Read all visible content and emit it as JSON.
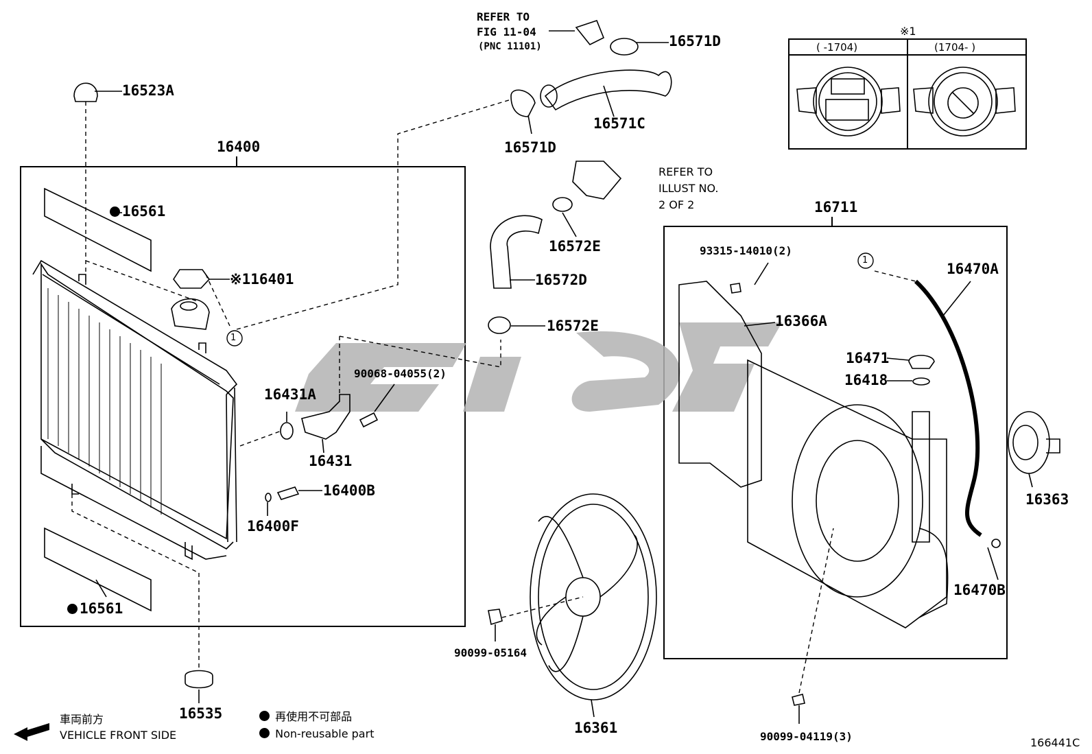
{
  "callouts": {
    "refer_fig_1": "REFER TO",
    "refer_fig_2": "FIG 11-04",
    "refer_fig_3": "(PNC 11101)",
    "p16571D_top": "16571D",
    "p16523A": "16523A",
    "p16571C": "16571C",
    "p16571D_bot": "16571D",
    "p16400": "16400",
    "p16561_top": "16561",
    "p16401": "※116401",
    "p16572E_top": "16572E",
    "p16572D": "16572D",
    "p16572E_bot": "16572E",
    "refer_illust_1": "REFER TO",
    "refer_illust_2": "ILLUST NO.",
    "refer_illust_3": "2 OF 2",
    "p16711": "16711",
    "p93315": "93315-14010(2)",
    "p16470A": "16470A",
    "p16366A": "16366A",
    "p16471": "16471",
    "p16418": "16418",
    "p90068": "90068-04055(2)",
    "p16431A": "16431A",
    "p16431": "16431",
    "p16400B": "16400B",
    "p16400F": "16400F",
    "p16363": "16363",
    "p16470B": "16470B",
    "p16561_bot": "16561",
    "p90099_05164": "90099-05164",
    "p16535": "16535",
    "p16361": "16361",
    "p90099_04119": "90099-04119(3)",
    "circle_1": "1"
  },
  "inset": {
    "note": "※1",
    "col_left": "(    -1704)",
    "col_right": "(1704-     )"
  },
  "footer": {
    "front_jp": "車両前方",
    "front_en": "VEHICLE FRONT SIDE",
    "legend_jp": "再使用不可部品",
    "legend_en": "Non-reusable part",
    "code": "166441C"
  },
  "colors": {
    "line": "#000000",
    "watermark": "#b3b3b3"
  }
}
